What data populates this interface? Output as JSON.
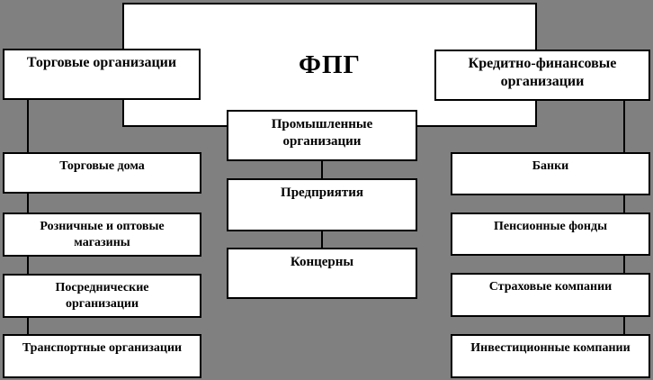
{
  "diagram": {
    "title": "ФПГ structure diagram",
    "colors": {
      "background": "#808080",
      "box_fill": "#ffffff",
      "box_border": "#000000",
      "text": "#000000"
    },
    "root": {
      "label": "ФПГ"
    },
    "left_branch": {
      "header": "Торговые организации",
      "items": [
        {
          "label": "Торговые дома"
        },
        {
          "label": "Розничные и оптовые\nмагазины"
        },
        {
          "label": "Посреднические\nорганизации"
        },
        {
          "label": "Транспортные организации"
        }
      ]
    },
    "center_branch": {
      "items": [
        {
          "label": "Промышленные\nорганизации"
        },
        {
          "label": "Предприятия"
        },
        {
          "label": "Концерны"
        }
      ]
    },
    "right_branch": {
      "header": "Кредитно-финансовые\nорганизации",
      "items": [
        {
          "label": "Банки"
        },
        {
          "label": "Пенсионные фонды"
        },
        {
          "label": "Страховые компании"
        },
        {
          "label": "Инвестиционные компании"
        }
      ]
    }
  }
}
